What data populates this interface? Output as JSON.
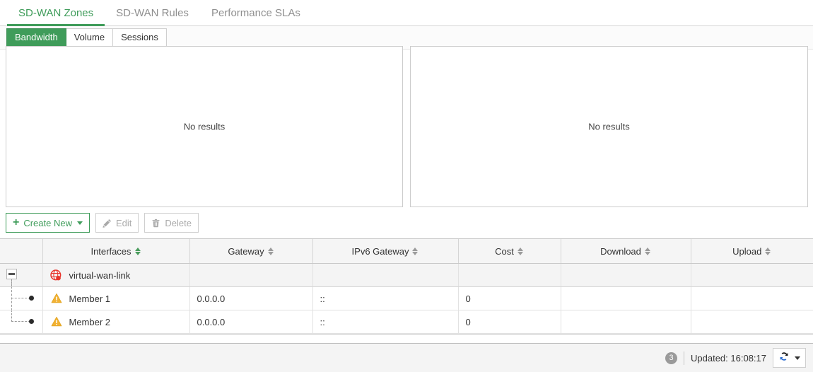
{
  "main_tabs": [
    {
      "label": "SD-WAN Zones",
      "active": true
    },
    {
      "label": "SD-WAN Rules",
      "active": false
    },
    {
      "label": "Performance SLAs",
      "active": false
    }
  ],
  "sub_tabs": [
    {
      "label": "Bandwidth",
      "active": true
    },
    {
      "label": "Volume",
      "active": false
    },
    {
      "label": "Sessions",
      "active": false
    }
  ],
  "charts": {
    "left": {
      "empty_text": "No results"
    },
    "right": {
      "empty_text": "No results"
    }
  },
  "toolbar": {
    "create_new_label": "Create New",
    "edit_label": "Edit",
    "delete_label": "Delete"
  },
  "table": {
    "columns": [
      {
        "label": "",
        "name": "tree",
        "sortable": false,
        "sort_active": false
      },
      {
        "label": "Interfaces",
        "name": "interfaces",
        "sortable": true,
        "sort_active": true
      },
      {
        "label": "Gateway",
        "name": "gateway",
        "sortable": true,
        "sort_active": false
      },
      {
        "label": "IPv6 Gateway",
        "name": "ipv6-gateway",
        "sortable": true,
        "sort_active": false
      },
      {
        "label": "Cost",
        "name": "cost",
        "sortable": true,
        "sort_active": false
      },
      {
        "label": "Download",
        "name": "download",
        "sortable": true,
        "sort_active": false
      },
      {
        "label": "Upload",
        "name": "upload",
        "sortable": true,
        "sort_active": false
      }
    ],
    "rows": [
      {
        "type": "parent",
        "icon": "sdwan-zone-down-icon",
        "interfaces": "virtual-wan-link",
        "gateway": "",
        "ipv6_gateway": "",
        "cost": "",
        "download": "",
        "upload": ""
      },
      {
        "type": "child",
        "icon": "warning-triangle-icon",
        "interfaces": "Member 1",
        "gateway": "0.0.0.0",
        "ipv6_gateway": "::",
        "cost": "0",
        "download": "",
        "upload": ""
      },
      {
        "type": "child",
        "icon": "warning-triangle-icon",
        "interfaces": "Member 2",
        "gateway": "0.0.0.0",
        "ipv6_gateway": "::",
        "cost": "0",
        "download": "",
        "upload": ""
      }
    ]
  },
  "statusbar": {
    "badge_count": "3",
    "updated_text": "Updated: 16:08:17",
    "refresh_icon": "refresh-icon"
  },
  "colors": {
    "accent_green": "#3f9c5a",
    "warning_amber": "#f0ad2e",
    "danger_red": "#e03b34",
    "header_gray": "#f5f5f5"
  }
}
